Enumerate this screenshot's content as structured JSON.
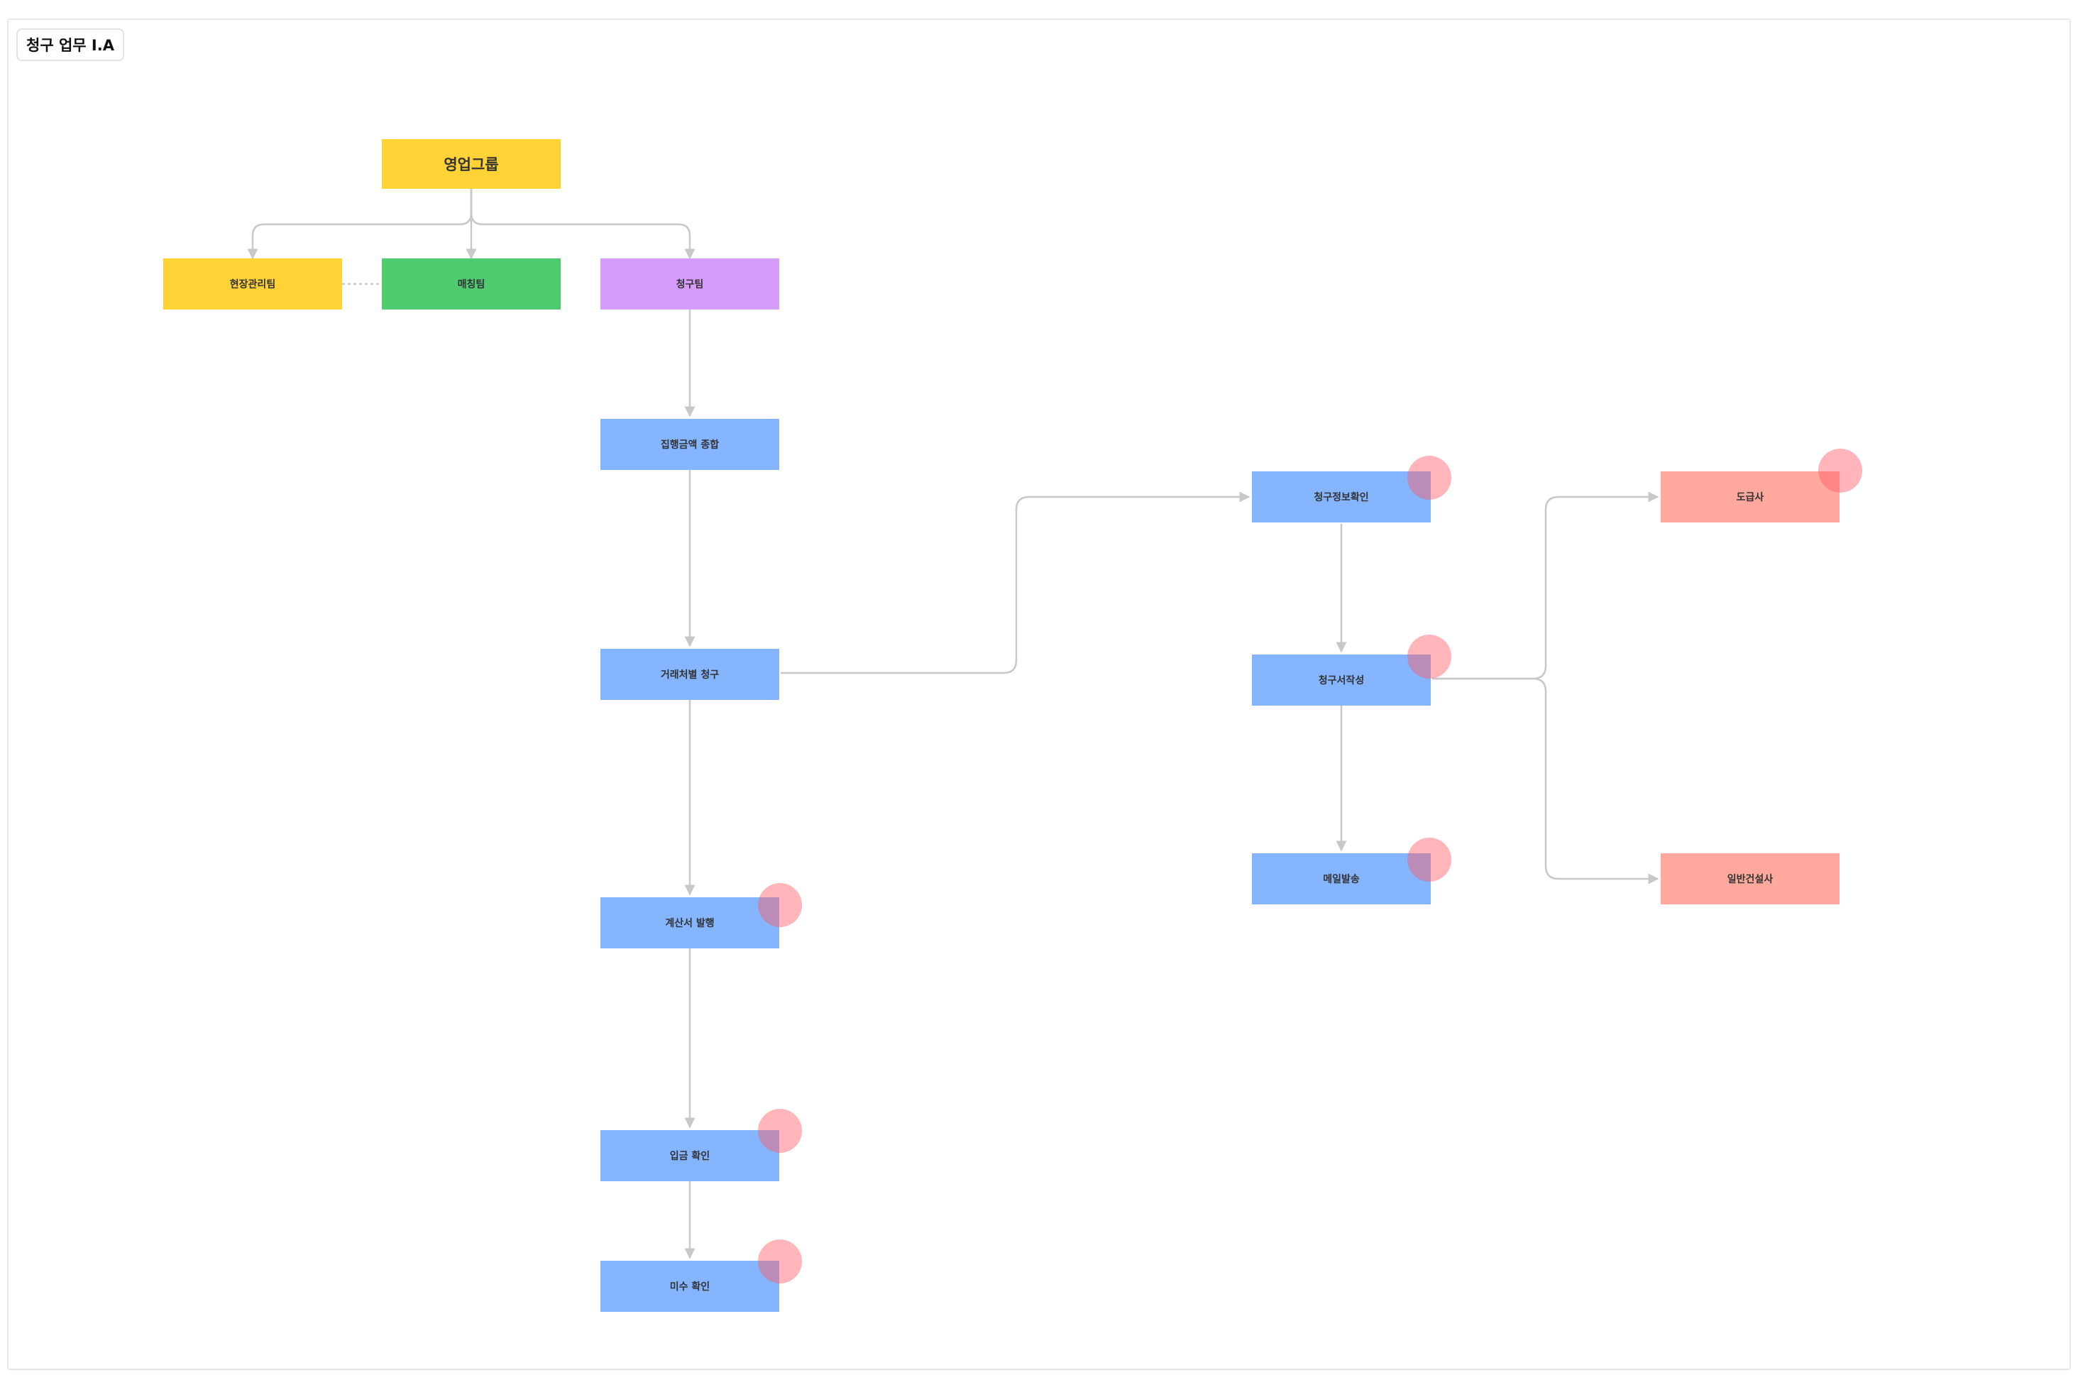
{
  "board": {
    "title": "청구 업무 I.A"
  },
  "colors": {
    "yellow": "#FFD335",
    "green": "#4FCB70",
    "purple": "#D79BFA",
    "blue": "#85B5FF",
    "salmon": "#FFA99E",
    "edge": "#c8c8c8"
  },
  "nodes": {
    "sales_group": "영업그룹",
    "site_mgmt": "현장관리팀",
    "matching": "매칭팀",
    "billing_team": "청구팀",
    "exec_sum": "집행금액 종합",
    "billing_by_client": "거래처별 청구",
    "invoice_issue": "계산서 발행",
    "payment_check": "입금 확인",
    "unpaid_check": "미수 확인",
    "billing_info_check": "청구정보확인",
    "billing_doc_write": "청구서작성",
    "mail_send": "메일발송",
    "subcontractor": "도급사",
    "general_builder": "일반건설사"
  }
}
